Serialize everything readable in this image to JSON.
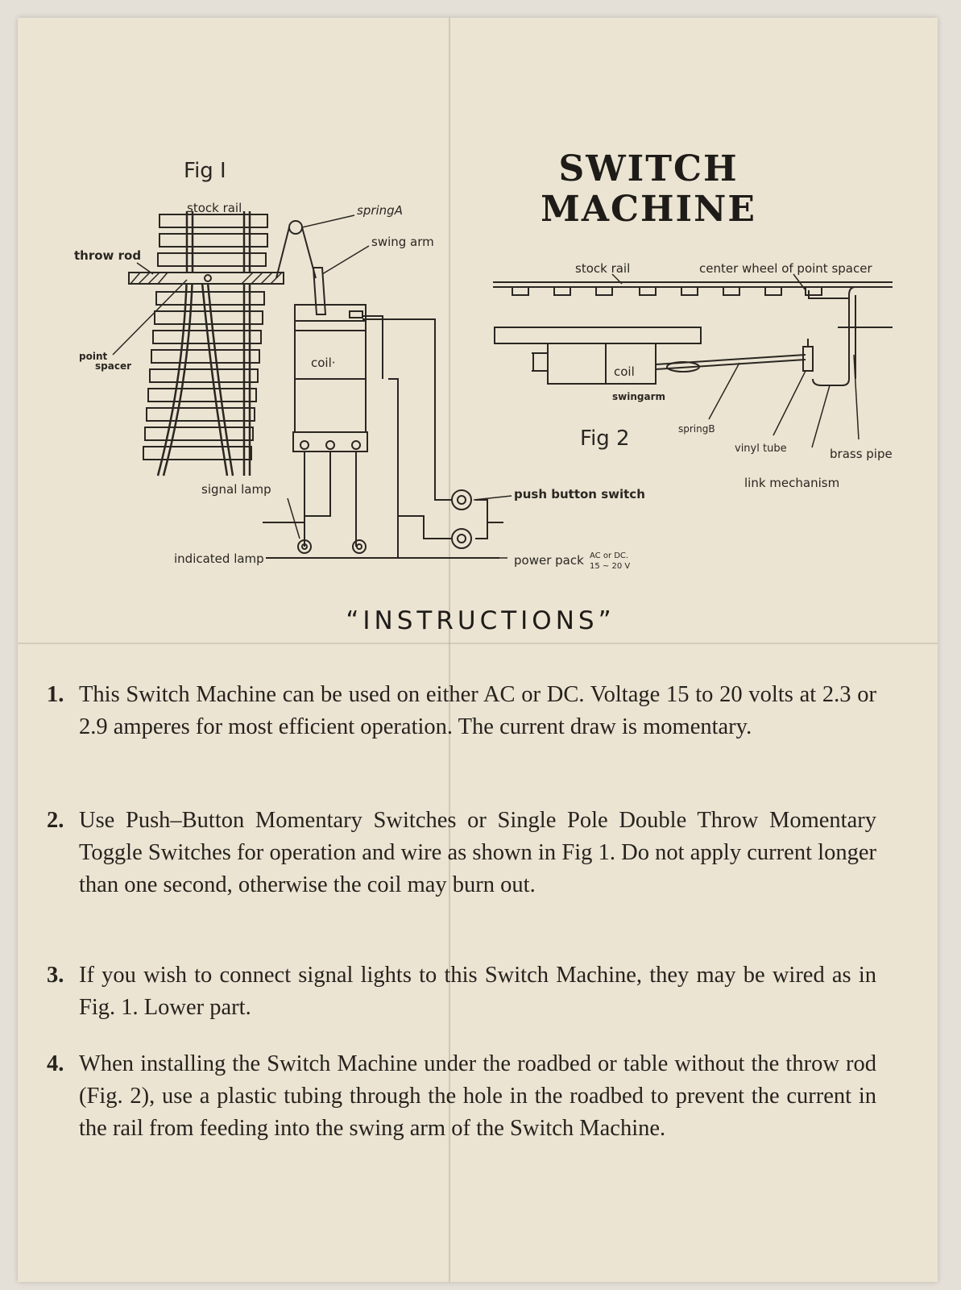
{
  "title": {
    "line1": "SWITCH",
    "line2": "MACHINE"
  },
  "fig1": {
    "caption": "Fig I",
    "labels": {
      "stock_rail": "stock rail",
      "spring_a": "springA",
      "swing_arm": "swing arm",
      "throw_rod": "throw rod",
      "point_spacer_1": "point",
      "point_spacer_2": "spacer",
      "coil": "coil·",
      "signal_lamp": "signal lamp",
      "indicated_lamp": "indicated lamp",
      "push_button_switch": "push button switch",
      "power_pack": "power pack",
      "power_pack_spec_top": "AC or DC.",
      "power_pack_spec_bottom": "15 ~ 20 V"
    }
  },
  "fig2": {
    "caption": "Fig 2",
    "labels": {
      "stock_rail": "stock rail",
      "center_wheel": "center wheel of point spacer",
      "coil": "coil",
      "swingarm": "swingarm",
      "spring_b": "springB",
      "vinyl_tube": "vinyl tube",
      "brass_pipe": "brass pipe",
      "link_mechanism": "link mechanism"
    }
  },
  "instructions": {
    "heading": "“INSTRUCTIONS”",
    "items": [
      {
        "number": "1.",
        "text": "This Switch Machine can be used on either AC or DC. Voltage 15 to 20 volts at 2.3 or 2.9 amperes for most efficient operation. The current draw is momentary."
      },
      {
        "number": "2.",
        "text": "Use Push–Button Momentary Switches or Single Pole Double Throw Momentary Toggle Switches for operation and wire as shown in Fig 1. Do not apply current longer than one second, otherwise the coil may burn out."
      },
      {
        "number": "3.",
        "text": "If you wish to connect signal lights to this Switch Machine, they may be wired as in Fig. 1. Lower part."
      },
      {
        "number": "4.",
        "text": "When installing the Switch Machine under the roadbed or table without the throw rod (Fig. 2), use a plastic tubing through the hole in the roadbed to prevent the current in the rail from feeding into the swing arm of the Switch Machine."
      }
    ]
  },
  "colors": {
    "paper": "#ebe4d2",
    "ink": "#26221e",
    "background": "#e4dfd7"
  }
}
